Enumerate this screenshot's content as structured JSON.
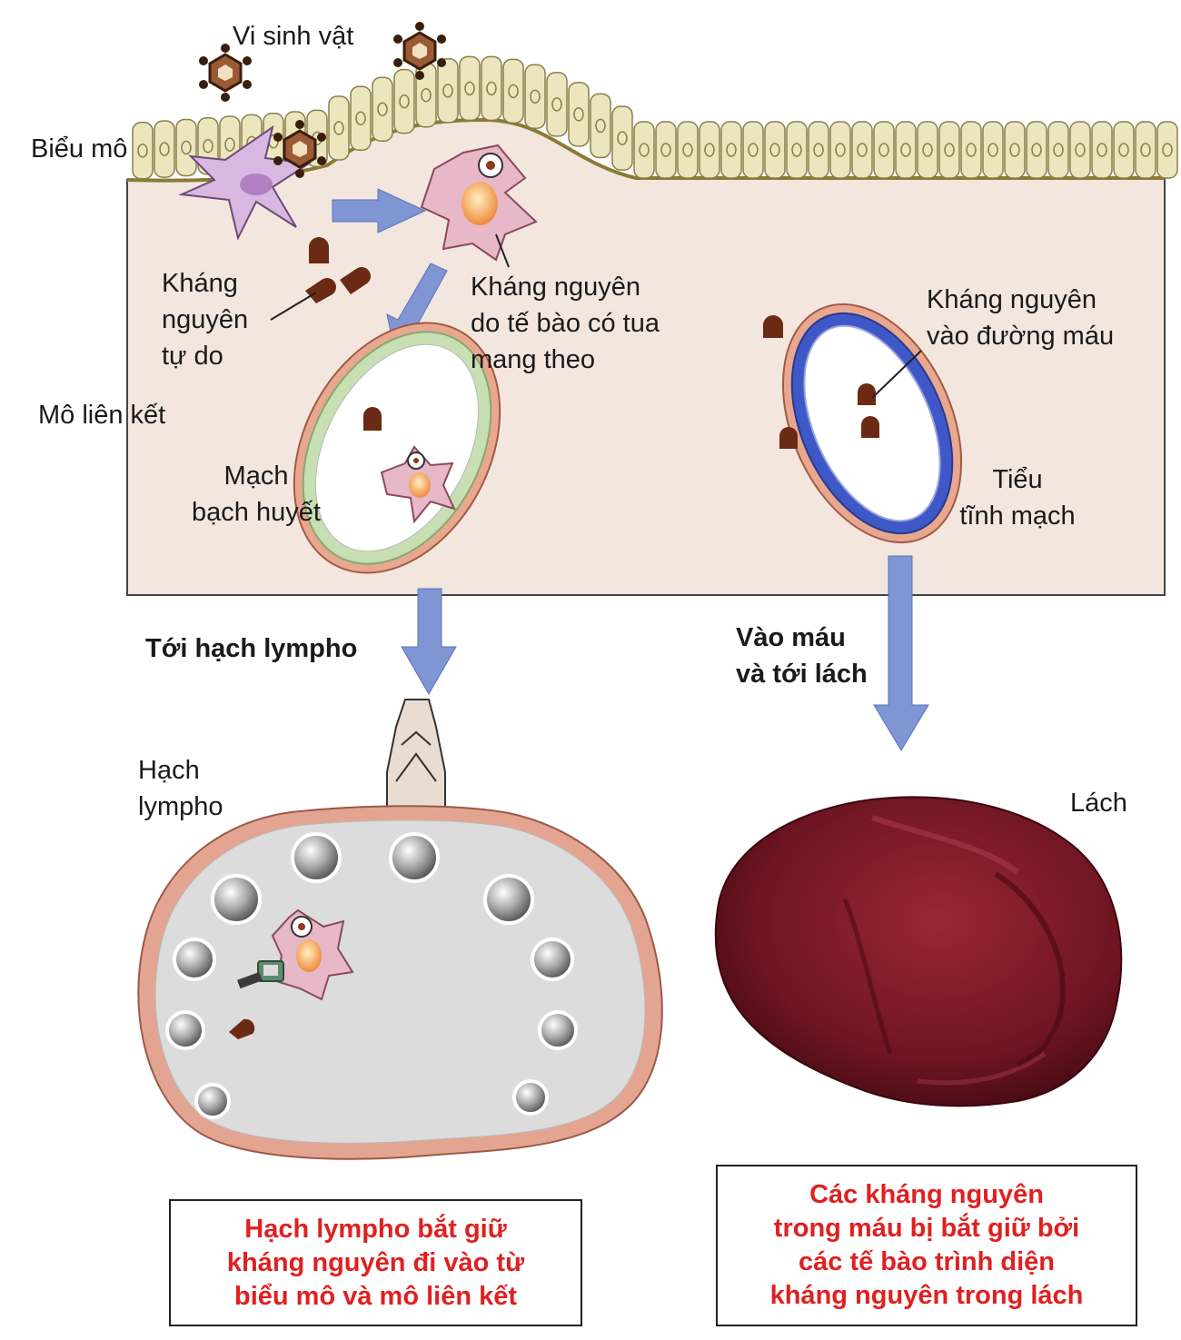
{
  "labels": {
    "microbe": "Vi sinh vật",
    "epithelium": "Biểu mô",
    "free_antigen": [
      "Kháng",
      "nguyên",
      "tự do"
    ],
    "carried_antigen": [
      "Kháng nguyên",
      "do tế bào có tua",
      "mang theo"
    ],
    "blood_antigen": [
      "Kháng nguyên",
      "vào đường máu"
    ],
    "connective_tissue": "Mô liên kết",
    "lymph_vessel": [
      "Mạch",
      "bạch huyết"
    ],
    "venule": [
      "Tiểu",
      "tĩnh mạch"
    ],
    "to_lymph_node": "Tới hạch lympho",
    "to_blood_spleen": [
      "Vào máu",
      "và tới lách"
    ],
    "lymph_node": [
      "Hạch",
      "lympho"
    ],
    "spleen": "Lách"
  },
  "captions": {
    "left": [
      "Hạch lympho bắt giữ",
      "kháng nguyên đi vào từ",
      "biểu mô và mô liên kết"
    ],
    "right": [
      "Các kháng nguyên",
      "trong máu bị bắt giữ bởi",
      "các tế bào trình diện",
      "kháng nguyên trong lách"
    ]
  },
  "colors": {
    "tissue": "#f3e6df",
    "epithelial_cell": "#ece6bf",
    "dendritic_cell": "#e6b8c8",
    "arrow": "#7f95d4",
    "antigen": "#6b2a14",
    "lymph_node_fill": "#dcdcdc",
    "spleen": "#7a1a26",
    "caption_text": "#e02020"
  }
}
